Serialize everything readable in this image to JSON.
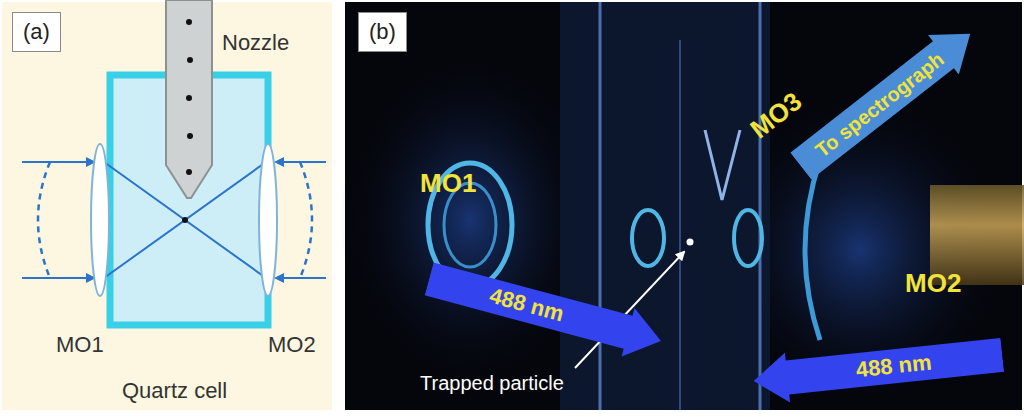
{
  "diagram": {
    "nodes": [
      {
        "text": [
          "(a)"
        ]
      },
      {
        "text": [
          "(b)"
        ]
      },
      {
        "text": [
          "To spectrograph"
        ]
      },
      {
        "text": [
          "488 nm"
        ]
      },
      {
        "text": [
          "488 nm"
        ]
      }
    ],
    "labels": [
      "Nozzle",
      "MO1",
      "MO2",
      "Quartz cell",
      "MO1",
      "MO3",
      "MO2",
      "Trapped particle"
    ]
  }
}
